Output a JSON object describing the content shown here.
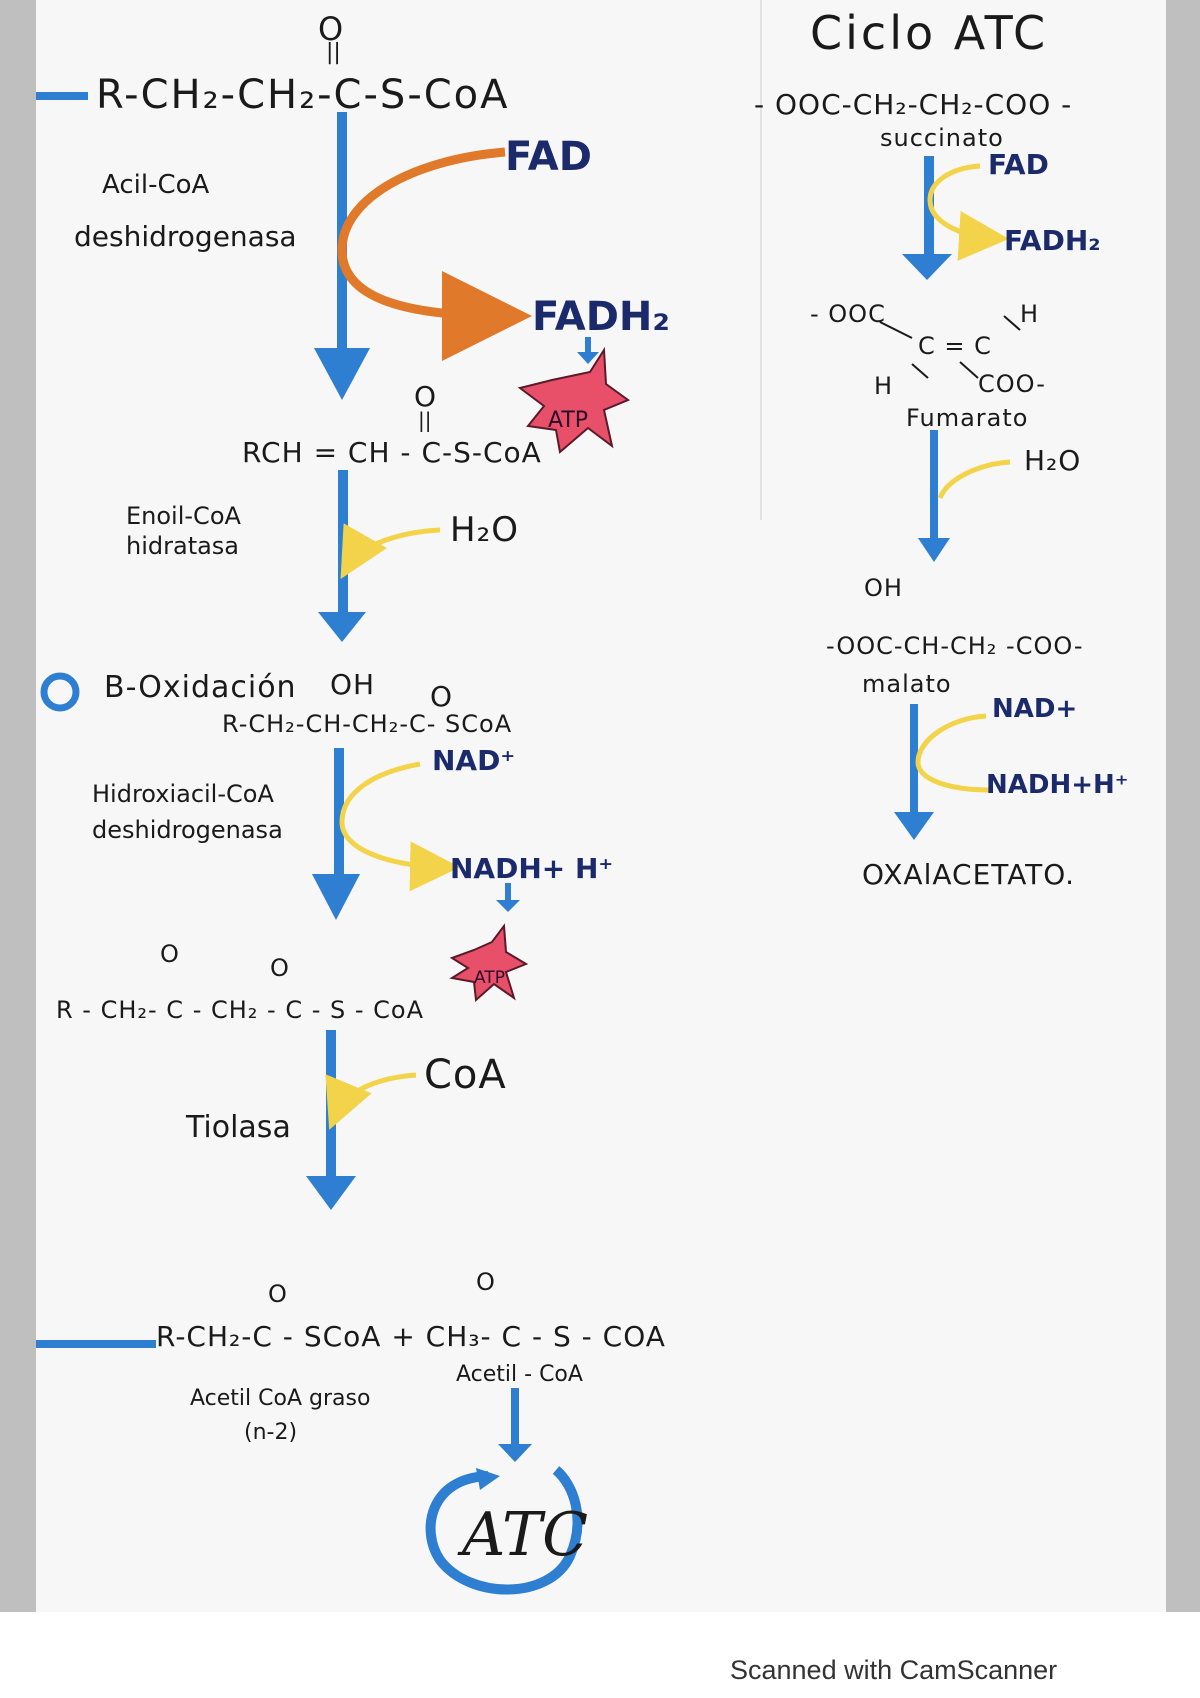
{
  "left_pathway": {
    "start_formula": "R-CH₂-CH₂-C-S-CoA",
    "start_carbonyl": "O",
    "enzyme_1": [
      "Acil-CoA",
      "deshidrogenasa"
    ],
    "cofactor_fad": "FAD",
    "cofactor_fadh2": "FADH₂",
    "atp_1": "ATP",
    "enoyl_formula": "RCH = CH - C-S-CoA",
    "enoyl_carbonyl": "O",
    "enzyme_2": [
      "Enoil-CoA",
      "hidratasa"
    ],
    "water": "H₂O",
    "beta_label": "B-Oxidación",
    "hydroxy_oh": "OH",
    "hydroxy_carbonyl": "O",
    "hydroxy_formula": "R-CH₂-CH-CH₂-C- SCoA",
    "enzyme_3": [
      "Hidroxiacil-CoA",
      "deshidrogenasa"
    ],
    "nad": "NAD⁺",
    "nadh": "NADH+ H⁺",
    "atp_2": "ATP",
    "keto_formula": "R - CH₂- C - CH₂ - C - S - CoA",
    "keto_carbonyl_1": "O",
    "keto_carbonyl_2": "O",
    "coa": "CoA",
    "enzyme_4": "Tiolasa",
    "product_formula": "R-CH₂-C - SCoA + CH₃- C - S - COA",
    "product_carbonyl_1": "O",
    "product_carbonyl_2": "O",
    "product_label_1": "Acetil CoA graso",
    "product_label_1b": "(n-2)",
    "product_label_2": "Acetil - CoA",
    "cycle_label": "ATC"
  },
  "right_pathway": {
    "title": "Ciclo ATC",
    "succinate_formula": "- OOC-CH₂-CH₂-COO -",
    "succinate_name": "succinato",
    "fad": "FAD",
    "fadh2": "FADH₂",
    "fumarate_left": "- OOC",
    "fumarate_h_top": "H",
    "fumarate_center": "C = C",
    "fumarate_h_bottom": "H",
    "fumarate_coo": "COO-",
    "fumarate_name": "Fumarato",
    "water": "H₂O",
    "malate_oh": "OH",
    "malate_formula": "-OOC-CH-CH₂ -COO-",
    "malate_name": "malato",
    "nad": "NAD+",
    "nadh": "NADH+H⁺",
    "oxaloacetate": "OXAlACETATO."
  },
  "footer": {
    "scanner_text": "Scanned with CamScanner"
  },
  "colors": {
    "blue_arrow": "#2e7fd1",
    "orange_arrow": "#e07a2a",
    "yellow_arrow": "#f3d34a",
    "atp_star": "#e8506a",
    "cofactor_text": "#1a2a6b"
  }
}
